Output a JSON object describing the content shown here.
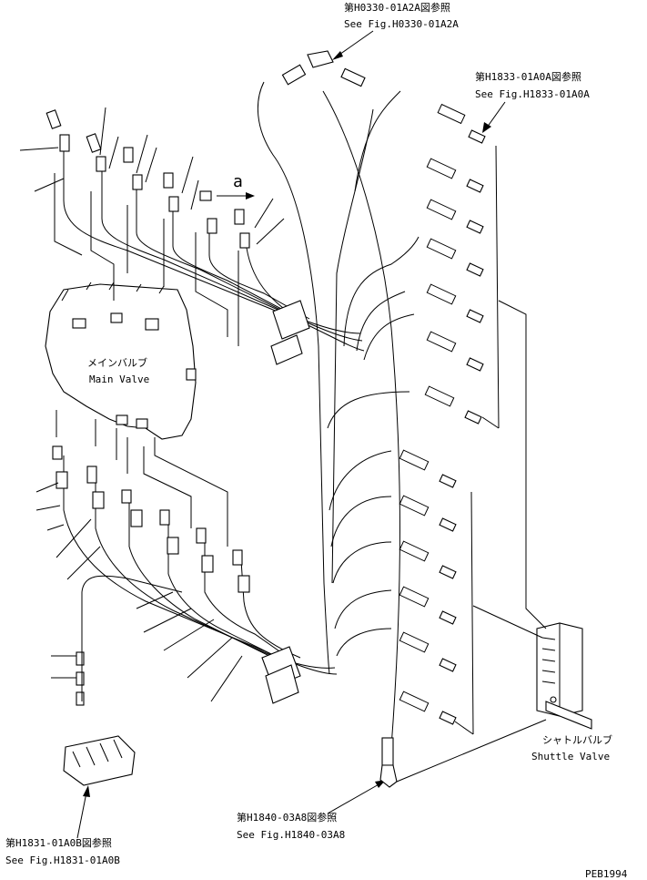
{
  "references": {
    "top": {
      "jp": "第H0330-01A2A図参照",
      "en": "See Fig.H0330-01A2A"
    },
    "right": {
      "jp": "第H1833-01A0A図参照",
      "en": "See Fig.H1833-01A0A"
    },
    "bottom_center": {
      "jp": "第H1840-03A8図参照",
      "en": "See Fig.H1840-03A8"
    },
    "bottom_left": {
      "jp": "第H1831-01A0B図参照",
      "en": "See Fig.H1831-01A0B"
    }
  },
  "components": {
    "main_valve": {
      "jp": "メインバルブ",
      "en": "Main Valve"
    },
    "shuttle_valve": {
      "jp": "シャトルバルブ",
      "en": "Shuttle Valve"
    }
  },
  "view_markers": {
    "a1": "a",
    "a2": "a"
  },
  "drawing_number": "PEB1994"
}
